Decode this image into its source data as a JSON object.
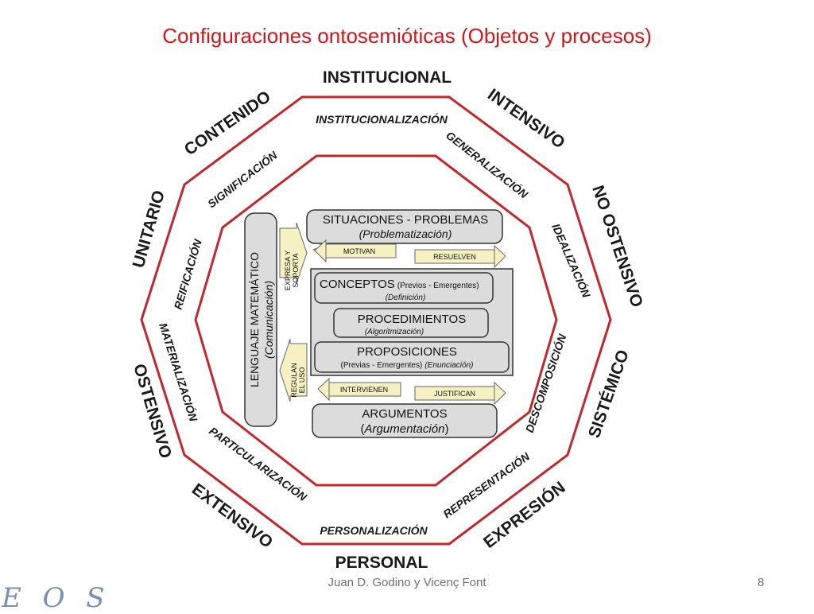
{
  "title": "Configuraciones ontosemióticas (Objetos y procesos)",
  "footer": "Juan D. Godino y Vicenç Font",
  "page_number": "8",
  "logo": "E O S",
  "outer_labels": {
    "top": "INSTITUCIONAL",
    "bottom": "PERSONAL",
    "top_left": "CONTENIDO",
    "top_right": "INTENSIVO",
    "left_upper": "UNITARIO",
    "right_upper": "NO OSTENSIVO",
    "left_lower": "OSTENSIVO",
    "right_lower": "SISTÉMICO",
    "bottom_left": "EXTENSIVO",
    "bottom_right": "EXPRESIÓN"
  },
  "process_labels": {
    "top": "INSTITUCIONALIZACIÓN",
    "bottom": "PERSONALIZACIÓN",
    "top_left": "SIGNIFICACIÓN",
    "top_right": "GENERALIZACIÓN",
    "left_upper": "REIFICACIÓN",
    "right_upper": "IDEALIZACIÓN",
    "left_lower": "MATERIALIZACIÓN",
    "right_lower": "DESCOMPOSICIÓN",
    "bottom_left": "PARTICULARIZACIÓN",
    "bottom_right": "REPRESENTACIÓN"
  },
  "boxes": {
    "situaciones_title": "SITUACIONES - PROBLEMAS",
    "situaciones_sub": "(Problematización)",
    "conceptos_title": "CONCEPTOS",
    "conceptos_extra": "(Previos - Emergentes)",
    "conceptos_sub": "(Definición)",
    "procedimientos_title": "PROCEDIMIENTOS",
    "procedimientos_sub": "(Algoritmización)",
    "proposiciones_title": "PROPOSICIONES",
    "proposiciones_sub1": "(Previas - Emergentes)",
    "proposiciones_sub2": "(Enunciación)",
    "argumentos_title": "ARGUMENTOS",
    "argumentos_sub": "Argumentación",
    "lenguaje_title": "LENGUAJE MATEMÁTICO",
    "lenguaje_sub": "(Comunicación)"
  },
  "arrows": {
    "motivan": "MOTIVAN",
    "resuelven": "RESUELVEN",
    "intervienen": "INTERVIENEN",
    "justifican": "JUSTIFICAN",
    "expresa_1": "EXPRESA Y",
    "expresa_2": "SOPORTA",
    "regulan_1": "REGULAN",
    "regulan_2": "EL USO"
  },
  "colors": {
    "title_red": "#d0171c",
    "octagon_red": "#c0282c",
    "box_fill": "#dcdcdc",
    "arrow_fill": "#f6f1c2"
  }
}
